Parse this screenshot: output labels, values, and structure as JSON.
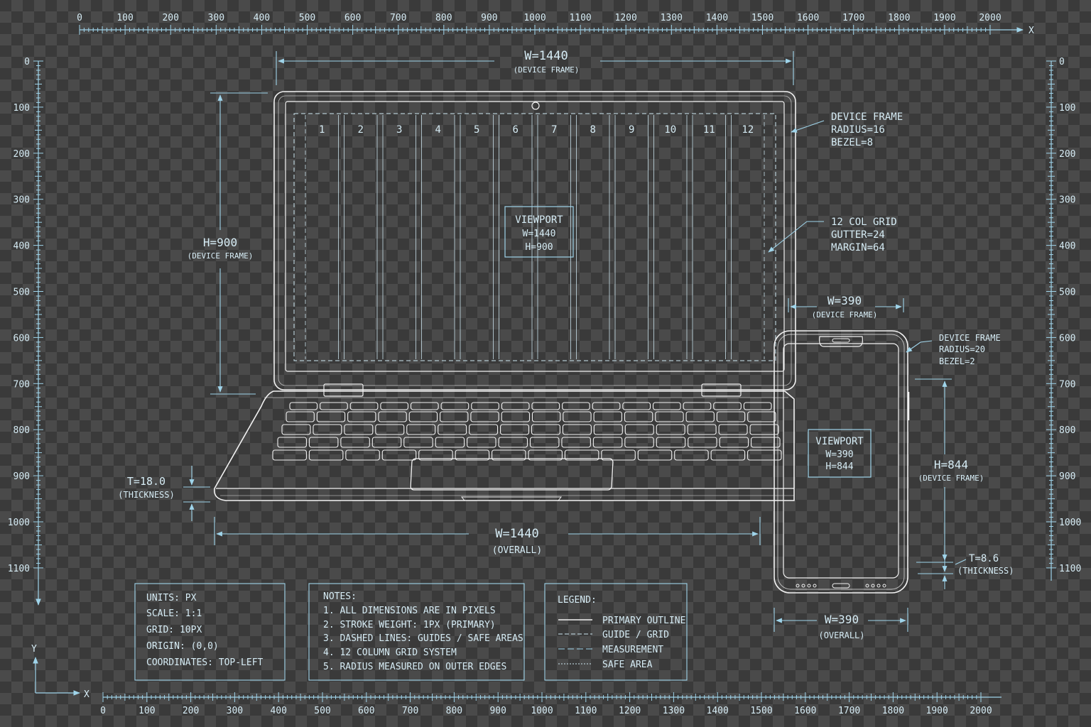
{
  "rulers": {
    "top_ticks": [
      "0",
      "100",
      "200",
      "300",
      "400",
      "500",
      "600",
      "700",
      "800",
      "900",
      "1000",
      "1100",
      "1200",
      "1300",
      "1400",
      "1500",
      "1600",
      "1700",
      "1800",
      "1900",
      "2000"
    ],
    "bottom_ticks": [
      "0",
      "100",
      "200",
      "300",
      "400",
      "500",
      "600",
      "700",
      "800",
      "900",
      "1000",
      "1100",
      "1200",
      "1300",
      "1400",
      "1500",
      "1600",
      "1700",
      "1800",
      "1900",
      "2000"
    ],
    "left_ticks": [
      "0",
      "100",
      "200",
      "300",
      "400",
      "500",
      "600",
      "700",
      "800",
      "900",
      "1000",
      "1100"
    ],
    "right_ticks": [
      "0",
      "100",
      "200",
      "300",
      "400",
      "500",
      "600",
      "700",
      "800",
      "900",
      "1000",
      "1100"
    ],
    "x_axis_label": "X",
    "y_axis_label": "Y"
  },
  "laptop": {
    "frame_width": {
      "value": "W=1440",
      "caption": "(DEVICE FRAME)"
    },
    "frame_height": {
      "value": "H=900",
      "caption": "(DEVICE FRAME)"
    },
    "overall_width": {
      "value": "W=1440",
      "caption": "(OVERALL)"
    },
    "thickness": {
      "value": "T=18.0",
      "caption": "(THICKNESS)"
    },
    "device_frame_note": [
      "DEVICE FRAME",
      "RADIUS=16",
      "BEZEL=8"
    ],
    "grid_note": [
      "12 COL GRID",
      "GUTTER=24",
      "MARGIN=64"
    ],
    "columns": [
      "1",
      "2",
      "3",
      "4",
      "5",
      "6",
      "7",
      "8",
      "9",
      "10",
      "11",
      "12"
    ],
    "viewport": [
      "VIEWPORT",
      "W=1440",
      "H=900"
    ]
  },
  "phone": {
    "frame_width": {
      "value": "W=390",
      "caption": "(DEVICE FRAME)"
    },
    "frame_height": {
      "value": "H=844",
      "caption": "(DEVICE FRAME)"
    },
    "overall_width": {
      "value": "W=390",
      "caption": "(OVERALL)"
    },
    "thickness": {
      "value": "T=8.6",
      "caption": "(THICKNESS)"
    },
    "device_frame_note": [
      "DEVICE FRAME",
      "RADIUS=20",
      "BEZEL=2"
    ],
    "viewport": [
      "VIEWPORT",
      "W=390",
      "H=844"
    ]
  },
  "info_box": [
    "UNITS: PX",
    "SCALE: 1:1",
    "GRID: 10PX",
    "ORIGIN: (0,0)",
    "COORDINATES: TOP-LEFT"
  ],
  "notes_box": [
    "NOTES:",
    "1. ALL DIMENSIONS ARE IN PIXELS",
    "2. STROKE WEIGHT: 1PX (PRIMARY)",
    "3. DASHED LINES: GUIDES / SAFE AREAS",
    "4. 12 COLUMN GRID SYSTEM",
    "5. RADIUS MEASURED ON OUTER EDGES"
  ],
  "legend": {
    "title": "LEGEND:",
    "items": [
      "PRIMARY OUTLINE",
      "GUIDE / GRID",
      "MEASUREMENT",
      "SAFE AREA"
    ]
  },
  "colors": {
    "outline": "#f2f2f2",
    "dimension": "#9fd4ea",
    "text": "#d6ecf5"
  }
}
